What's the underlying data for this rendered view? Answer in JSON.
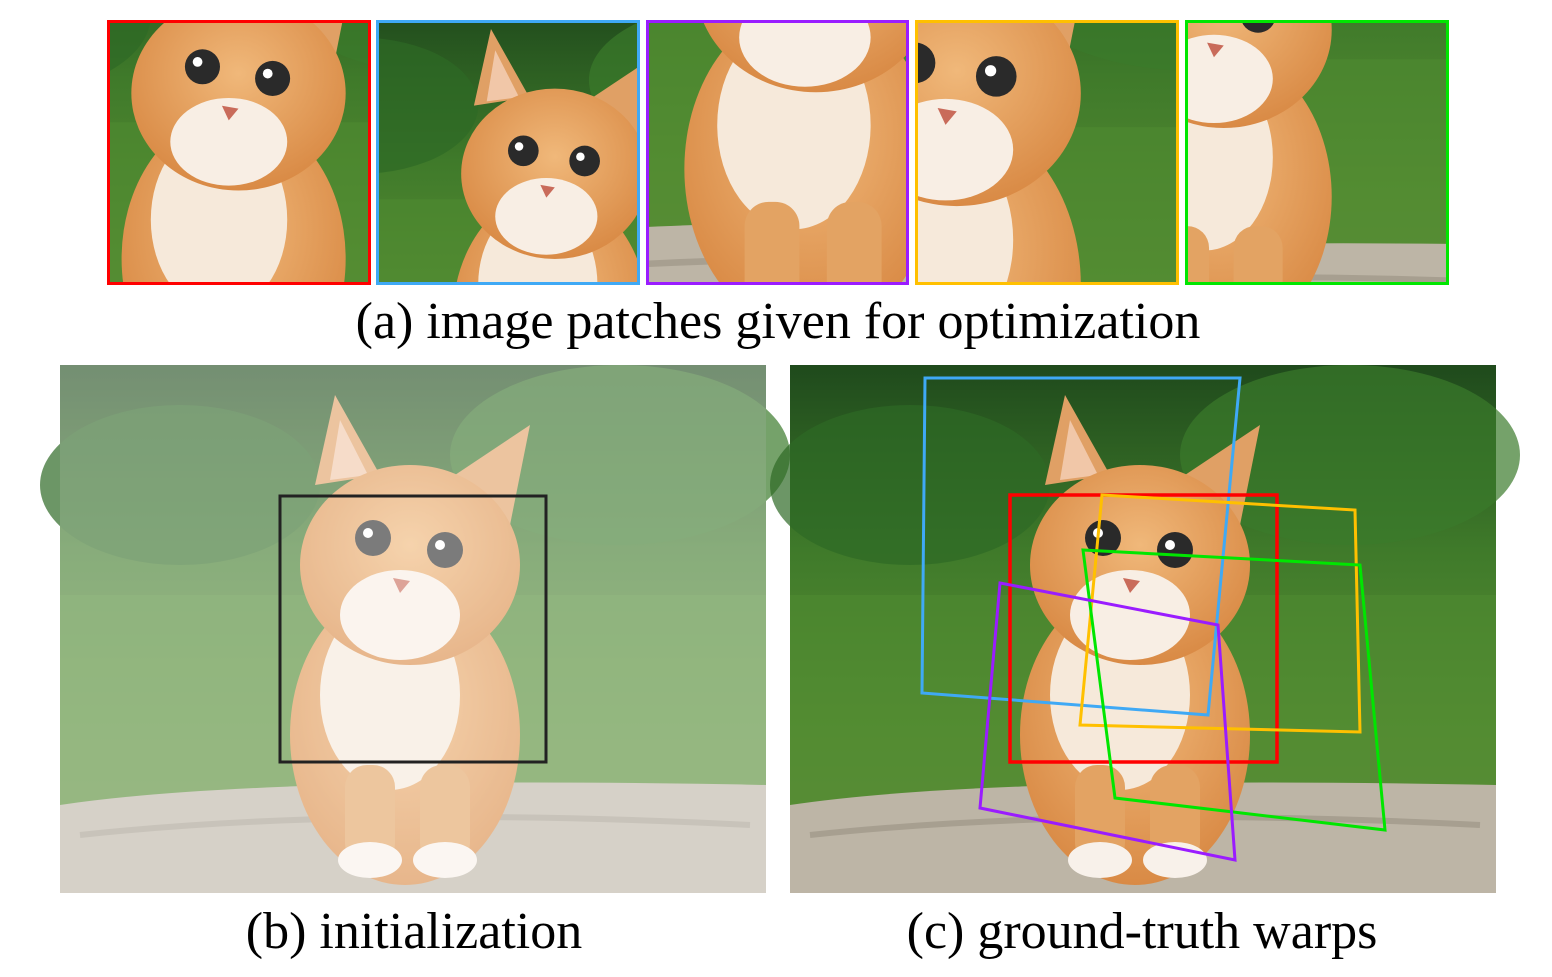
{
  "captions": {
    "a": "(a) image patches given for optimization",
    "b": "(b) initialization",
    "c": "(c) ground-truth warps"
  },
  "colors": {
    "red": "#ff0000",
    "blue": "#3fa9f5",
    "purple": "#9a1cff",
    "yellow": "#ffc000",
    "green": "#00e600",
    "init_box": "#222222"
  },
  "patches": [
    "red",
    "blue",
    "purple",
    "yellow",
    "green"
  ]
}
